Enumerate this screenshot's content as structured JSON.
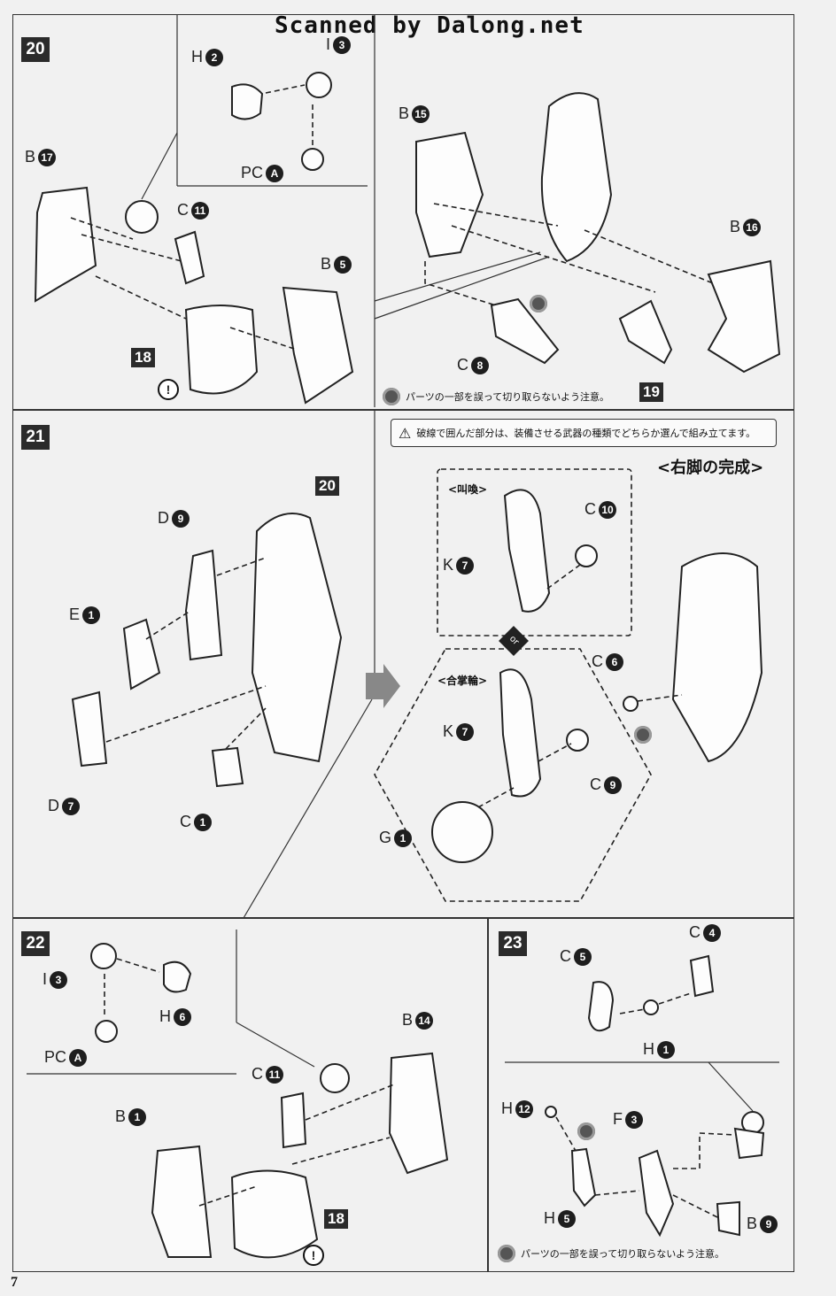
{
  "header": {
    "watermark": "Scanned by Dalong.net"
  },
  "page_number": "7",
  "steps": {
    "s20": "20",
    "s21": "21",
    "s22": "22",
    "s23": "23"
  },
  "labels": {
    "s20_h2": {
      "letter": "H",
      "num": "2"
    },
    "s20_i3": {
      "letter": "I",
      "num": "3"
    },
    "s20_pca": {
      "letter": "PC",
      "num": "A"
    },
    "s20_b17": {
      "letter": "B",
      "num": "17"
    },
    "s20_c11": {
      "letter": "C",
      "num": "11"
    },
    "s20_b5": {
      "letter": "B",
      "num": "5"
    },
    "s20_18": "18",
    "s20_b15": {
      "letter": "B",
      "num": "15"
    },
    "s20_b16": {
      "letter": "B",
      "num": "16"
    },
    "s20_c8": {
      "letter": "C",
      "num": "8"
    },
    "s20_19": "19",
    "s21_20": "20",
    "s21_d9": {
      "letter": "D",
      "num": "9"
    },
    "s21_e1": {
      "letter": "E",
      "num": "1"
    },
    "s21_d7": {
      "letter": "D",
      "num": "7"
    },
    "s21_c1": {
      "letter": "C",
      "num": "1"
    },
    "s21_c10": {
      "letter": "C",
      "num": "10"
    },
    "s21_k7a": {
      "letter": "K",
      "num": "7"
    },
    "s21_c6": {
      "letter": "C",
      "num": "6"
    },
    "s21_k7b": {
      "letter": "K",
      "num": "7"
    },
    "s21_c9": {
      "letter": "C",
      "num": "9"
    },
    "s21_g1": {
      "letter": "G",
      "num": "1"
    },
    "s22_i3": {
      "letter": "I",
      "num": "3"
    },
    "s22_h6": {
      "letter": "H",
      "num": "6"
    },
    "s22_pca": {
      "letter": "PC",
      "num": "A"
    },
    "s22_b14": {
      "letter": "B",
      "num": "14"
    },
    "s22_c11": {
      "letter": "C",
      "num": "11"
    },
    "s22_b1": {
      "letter": "B",
      "num": "1"
    },
    "s22_18": "18",
    "s23_c4": {
      "letter": "C",
      "num": "4"
    },
    "s23_c5": {
      "letter": "C",
      "num": "5"
    },
    "s23_h1": {
      "letter": "H",
      "num": "1"
    },
    "s23_h12": {
      "letter": "H",
      "num": "12"
    },
    "s23_f3": {
      "letter": "F",
      "num": "3"
    },
    "s23_h5": {
      "letter": "H",
      "num": "5"
    },
    "s23_b9": {
      "letter": "B",
      "num": "9"
    }
  },
  "notes": {
    "cut_note_20": "パーツの一部を誤って切り取らないよう注意。",
    "cut_note_23": "パーツの一部を誤って切り取らないよう注意。",
    "warning_21": "破線で囲んだ部分は、装備させる武器の種類でどちらか選んで組み立てます。",
    "complete_21": "<右脚の完成>",
    "option_a": "<叫喚>",
    "option_b": "<合掌輪>",
    "or_badge": "or"
  }
}
